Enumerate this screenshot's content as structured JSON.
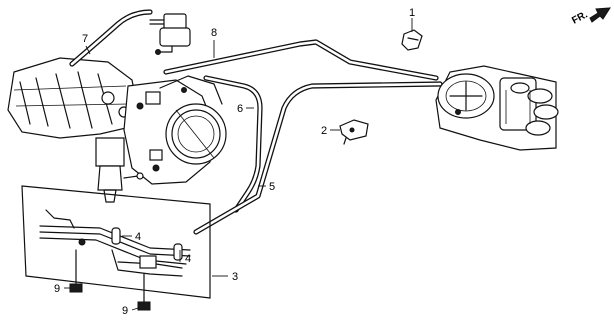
{
  "orientation": {
    "label": "FR."
  },
  "callouts": {
    "c1": "1",
    "c2": "2",
    "c3": "3",
    "c4a": "4",
    "c4b": "4",
    "c5": "5",
    "c6": "6",
    "c7": "7",
    "c8": "8",
    "c9a": "9",
    "c9b": "9"
  }
}
